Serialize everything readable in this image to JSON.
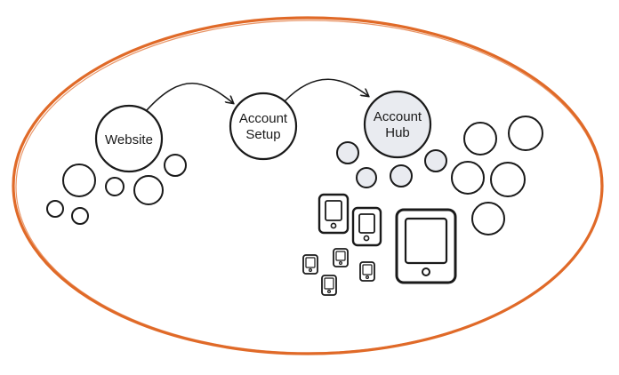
{
  "colors": {
    "ellipse_stroke": "#e06a28",
    "line": "#1a1a1a",
    "hub_fill": "#e9ebf0",
    "background": "#ffffff"
  },
  "nodes": {
    "website": {
      "label_lines": [
        "Website"
      ]
    },
    "account_setup": {
      "label_lines": [
        "Account",
        "Setup"
      ]
    },
    "account_hub": {
      "label_lines": [
        "Account",
        "Hub"
      ]
    }
  },
  "icons": {
    "devices": "mobile-device-icon"
  }
}
